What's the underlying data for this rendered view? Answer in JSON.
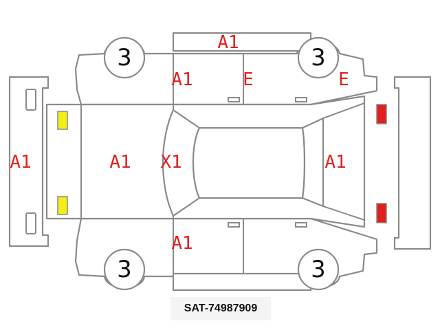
{
  "colors": {
    "code": "#e0201c",
    "line": "#8a8a8a",
    "lamp_front": "#f2ee16",
    "lamp_rear": "#e0201c"
  },
  "tires": {
    "front_left": "3",
    "rear_left": "3",
    "front_right": "3",
    "rear_right": "3"
  },
  "codes": {
    "left_roof_panel": "A1",
    "left_front_door": "A1",
    "left_rear_door": "E",
    "left_rear_fender": "E",
    "front_bumper": "A1",
    "hood": "A1",
    "windshield": "X1",
    "back_door": "A1",
    "right_front_door": "A1"
  },
  "footer": {
    "stock_number": "SAT-74987909"
  }
}
